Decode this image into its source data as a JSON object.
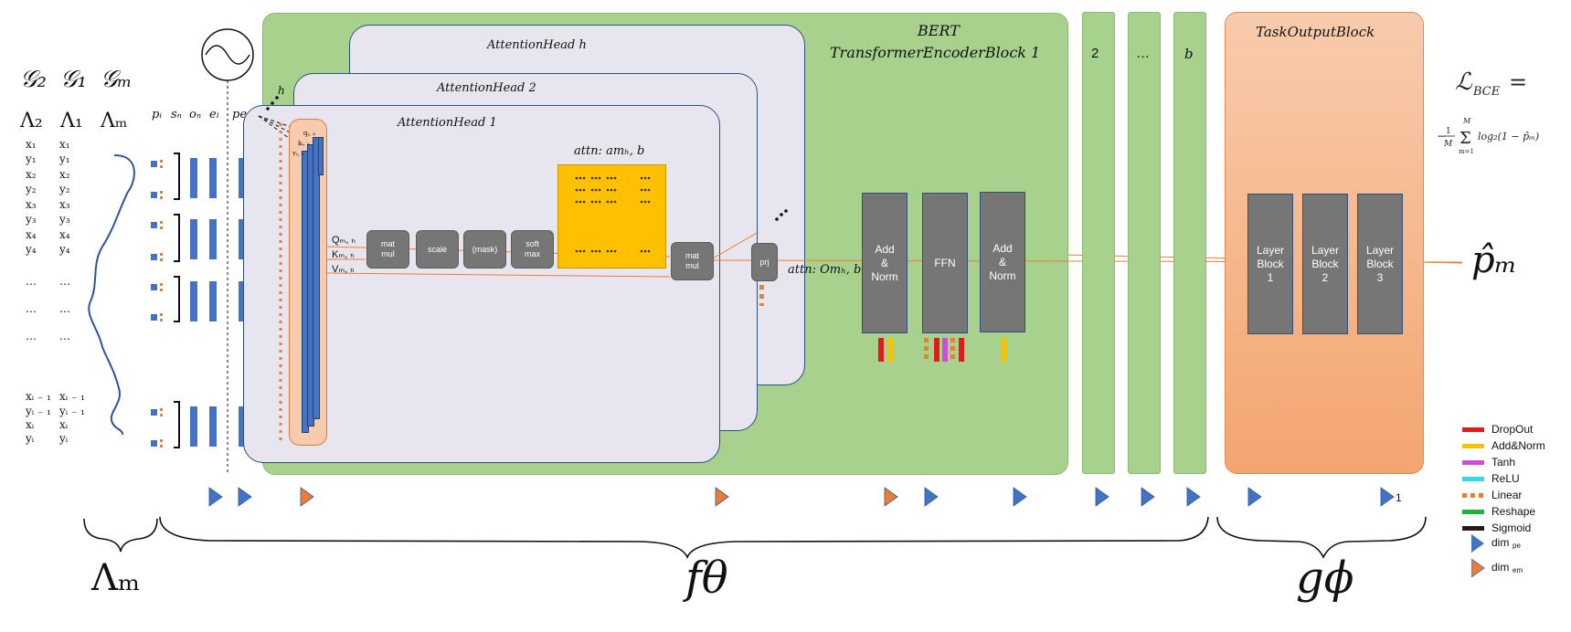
{
  "left_panel": {
    "graph_labels": [
      "𝒢₂",
      "𝒢₁",
      "𝒢ₘ"
    ],
    "lambda_labels": [
      "Λ₂",
      "Λ₁",
      "Λₘ"
    ],
    "col1": [
      "x₁",
      "y₁",
      "x₂",
      "y₂",
      "x₃",
      "y₃",
      "x₄",
      "y₄",
      "…",
      "…",
      "…",
      "xᵢ ₋ ₁",
      "yᵢ ₋ ₁",
      "xᵢ",
      "yᵢ"
    ],
    "col2": [
      "x₁",
      "y₁",
      "x₂",
      "y₂",
      "x₃",
      "y₃",
      "x₄",
      "y₄",
      "…",
      "…",
      "…",
      "xᵢ ₋ ₁",
      "yᵢ ₋ ₁",
      "xᵢ",
      "yᵢ"
    ]
  },
  "embedding_headers": [
    "pᵢ",
    "sₙ",
    "oₙ",
    "eₗ",
    "peᵢ"
  ],
  "attention": {
    "heads": [
      "AttentionHead h",
      "AttentionHead 2",
      "AttentionHead 1"
    ],
    "h_label": "h",
    "q_label": "Qₘ, ₕ",
    "k_label": "Kₘ, ₕ",
    "v_label": "Vₘ, ₕ",
    "small_q": "qᵢ, ₕ",
    "small_k": "kᵢ, ₕ",
    "small_v": "vᵢ, ₕ",
    "ops": [
      "mat\nmul",
      "scale",
      "(mask)",
      "soft\nmax"
    ],
    "attn_map_label": "attn: amₕ, b",
    "matmul2": "mat\nmul",
    "prj": "prj",
    "attn_out_label": "attn: Omₕ, b"
  },
  "bert": {
    "title_line1": "BERT",
    "title_line2": "TransformerEncoderBlock 1",
    "blocks": [
      "Add\n&\nNorm",
      "FFN",
      "Add\n&\nNorm"
    ],
    "pillars": [
      "2",
      "…",
      "b"
    ]
  },
  "task": {
    "title": "TaskOutputBlock",
    "layers": [
      "Layer\nBlock\n1",
      "Layer\nBlock\n2",
      "Layer\nBlock\n3"
    ]
  },
  "loss": {
    "line1": "ℒ_BCE =",
    "line2": "−(1/M) Σ log₂(1 − p̂ₘ)",
    "output": "p̂ₘ"
  },
  "braces": {
    "lambda": "Λₘ",
    "f": "fθ",
    "g": "gϕ"
  },
  "dim_last": "1",
  "legend": {
    "items": [
      {
        "label": "DropOut",
        "color": "#e31a1c",
        "style": "solid"
      },
      {
        "label": "Add&Norm",
        "color": "#f5c300",
        "style": "solid"
      },
      {
        "label": "Tanh",
        "color": "#c94fd8",
        "style": "solid"
      },
      {
        "label": "ReLU",
        "color": "#34d8e8",
        "style": "solid"
      },
      {
        "label": "Linear",
        "color": "#ed7d31",
        "style": "dashed"
      },
      {
        "label": "Reshape",
        "color": "#1db33a",
        "style": "solid"
      },
      {
        "label": "Sigmoid",
        "color": "#2a1a12",
        "style": "solid"
      }
    ],
    "dim_pe": "dim",
    "dim_pe_sub": "pe",
    "dim_em": "dim",
    "dim_em_sub": "em"
  },
  "colors": {
    "green": "#a9d18e",
    "orange_block": "#f4b183",
    "head_fill": "#e7e6ef",
    "blue": "#4472c4",
    "gold": "#ffc000",
    "accent": "#ed7d31"
  }
}
